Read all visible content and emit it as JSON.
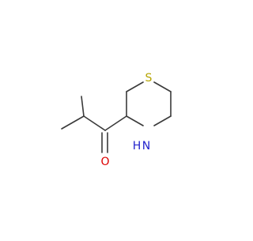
{
  "molecule": {
    "atoms": {
      "sulfur": {
        "symbol": "S",
        "color": "#b5a400"
      },
      "nitrogen": {
        "symbol": "N",
        "color": "#2222cc"
      },
      "nitrogen_h": {
        "symbol": "H",
        "color": "#2222cc"
      },
      "oxygen": {
        "symbol": "O",
        "color": "#dd0000"
      }
    },
    "bond_color": "#3a3a3a"
  }
}
